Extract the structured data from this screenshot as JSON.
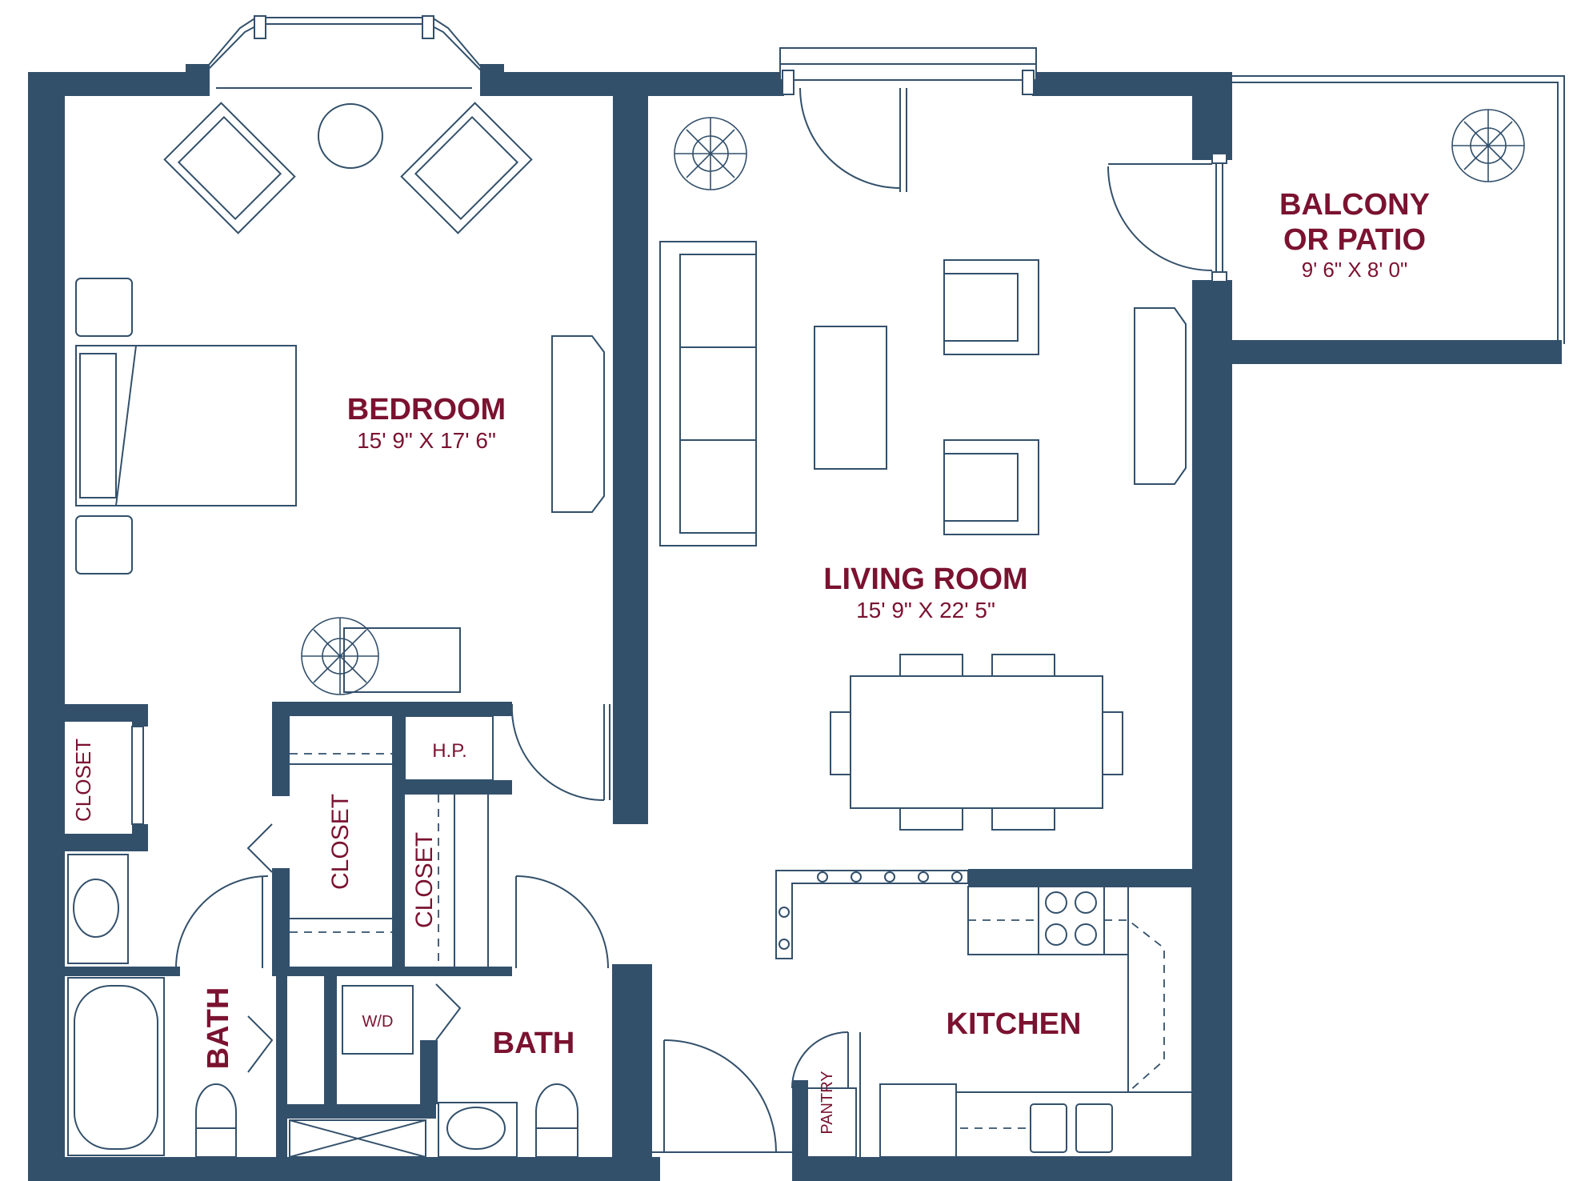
{
  "colors": {
    "wall": "#33506b",
    "label": "#7a1230",
    "background": "#ffffff"
  },
  "rooms": {
    "bedroom": {
      "name": "BEDROOM",
      "dims": "15' 9\" X 17' 6\""
    },
    "living_room": {
      "name": "LIVING ROOM",
      "dims": "15' 9\" X 22' 5\""
    },
    "balcony": {
      "name_line1": "BALCONY",
      "name_line2": "OR PATIO",
      "dims": "9' 6\" X 8' 0\""
    },
    "kitchen": {
      "name": "KITCHEN"
    },
    "bath_left": {
      "name": "BATH"
    },
    "bath_right": {
      "name": "BATH"
    }
  },
  "labels": {
    "closet_left": "CLOSET",
    "closet_center": "CLOSET",
    "closet_right": "CLOSET",
    "hp": "H.P.",
    "wd": "W/D",
    "pantry": "PANTRY"
  },
  "icons": [
    "window-bay-icon",
    "door-swing-icon",
    "plant-icon",
    "bed-icon",
    "armchair-icon",
    "sofa-icon",
    "dining-table-icon",
    "stove-icon",
    "sink-icon",
    "toilet-icon",
    "bathtub-icon"
  ]
}
